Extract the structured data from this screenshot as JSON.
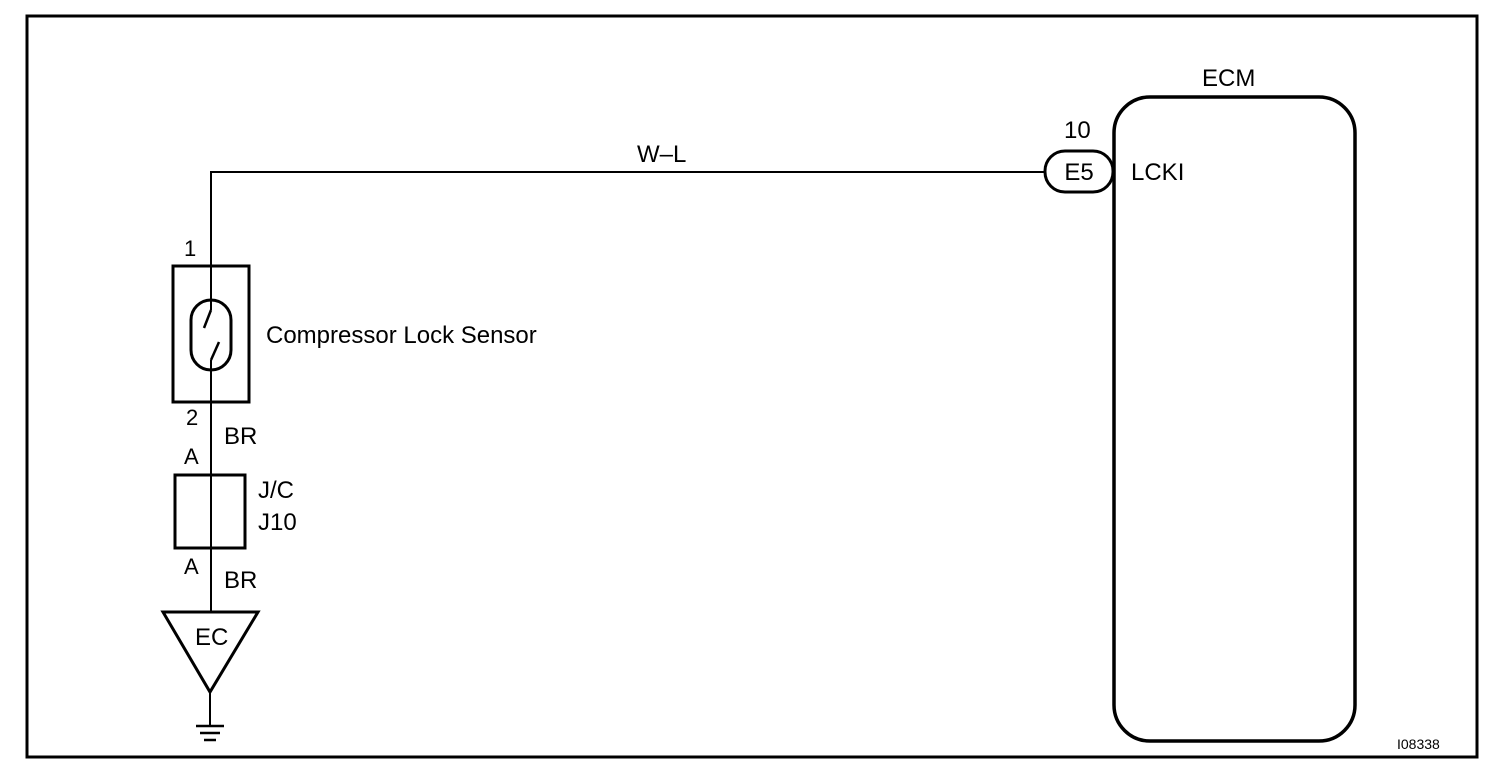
{
  "diagram": {
    "figure_id": "I08338",
    "ecm": {
      "title": "ECM",
      "pin_number": "10",
      "connector": "E5",
      "terminal": "LCKI"
    },
    "wires": {
      "signal_color": "W–L",
      "ground_color_upper": "BR",
      "ground_color_lower": "BR"
    },
    "sensor": {
      "name": "Compressor Lock Sensor",
      "pin_top": "1",
      "pin_bottom": "2"
    },
    "junction": {
      "label_line1": "J/C",
      "label_line2": "J10",
      "pin_in": "A",
      "pin_out": "A"
    },
    "ground": {
      "label": "EC"
    }
  }
}
